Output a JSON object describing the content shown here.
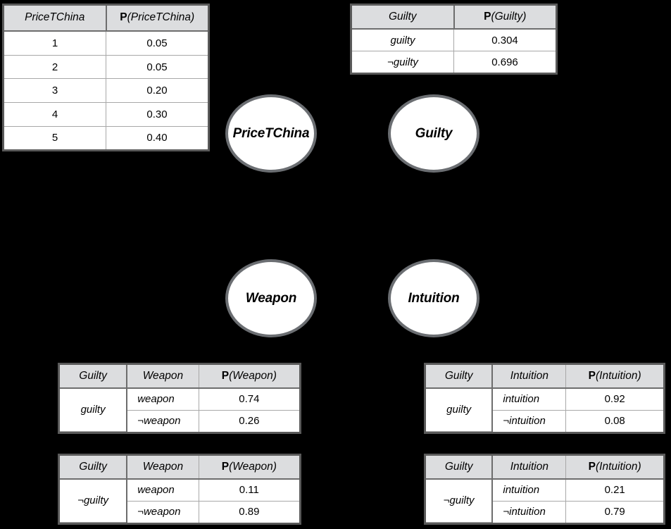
{
  "diagram": {
    "type": "bayesian-network",
    "background_color": "#000000",
    "node_fill": "#ffffff",
    "node_border": "#6b6e72",
    "table_header_fill": "#dcdddf",
    "table_border": "#5a5a5a"
  },
  "nodes": [
    {
      "id": "pricetchina",
      "label": "PriceTChina"
    },
    {
      "id": "guilty",
      "label": "Guilty"
    },
    {
      "id": "weapon",
      "label": "Weapon"
    },
    {
      "id": "intuition",
      "label": "Intuition"
    }
  ],
  "tables": {
    "pricetchina": {
      "headers": [
        "PriceTChina",
        "P(PriceTChina)"
      ],
      "header_prob_prefix": "P",
      "header_prob_var": "(PriceTChina)",
      "rows": [
        {
          "value": "1",
          "prob": "0.05"
        },
        {
          "value": "2",
          "prob": "0.05"
        },
        {
          "value": "3",
          "prob": "0.20"
        },
        {
          "value": "4",
          "prob": "0.30"
        },
        {
          "value": "5",
          "prob": "0.40"
        }
      ]
    },
    "guilty": {
      "headers": [
        "Guilty",
        "P(Guilty)"
      ],
      "header_prob_prefix": "P",
      "header_prob_var": "(Guilty)",
      "rows": [
        {
          "value": "guilty",
          "prob": "0.304"
        },
        {
          "value": "¬guilty",
          "prob": "0.696"
        }
      ]
    },
    "weapon_guilty": {
      "headers": [
        "Guilty",
        "Weapon",
        "P(Weapon)"
      ],
      "header_prob_prefix": "P",
      "header_prob_var": "(Weapon)",
      "parent": "guilty",
      "rows": [
        {
          "value": "weapon",
          "prob": "0.74"
        },
        {
          "value": "¬weapon",
          "prob": "0.26"
        }
      ]
    },
    "weapon_not_guilty": {
      "headers": [
        "Guilty",
        "Weapon",
        "P(Weapon)"
      ],
      "header_prob_prefix": "P",
      "header_prob_var": "(Weapon)",
      "parent": "¬guilty",
      "rows": [
        {
          "value": "weapon",
          "prob": "0.11"
        },
        {
          "value": "¬weapon",
          "prob": "0.89"
        }
      ]
    },
    "intuition_guilty": {
      "headers": [
        "Guilty",
        "Intuition",
        "P(Intuition)"
      ],
      "header_prob_prefix": "P",
      "header_prob_var": "(Intuition)",
      "parent": "guilty",
      "rows": [
        {
          "value": "intuition",
          "prob": "0.92"
        },
        {
          "value": "¬intuition",
          "prob": "0.08"
        }
      ]
    },
    "intuition_not_guilty": {
      "headers": [
        "Guilty",
        "Intuition",
        "P(Intuition)"
      ],
      "header_prob_prefix": "P",
      "header_prob_var": "(Intuition)",
      "parent": "¬guilty",
      "rows": [
        {
          "value": "intuition",
          "prob": "0.21"
        },
        {
          "value": "¬intuition",
          "prob": "0.79"
        }
      ]
    }
  }
}
